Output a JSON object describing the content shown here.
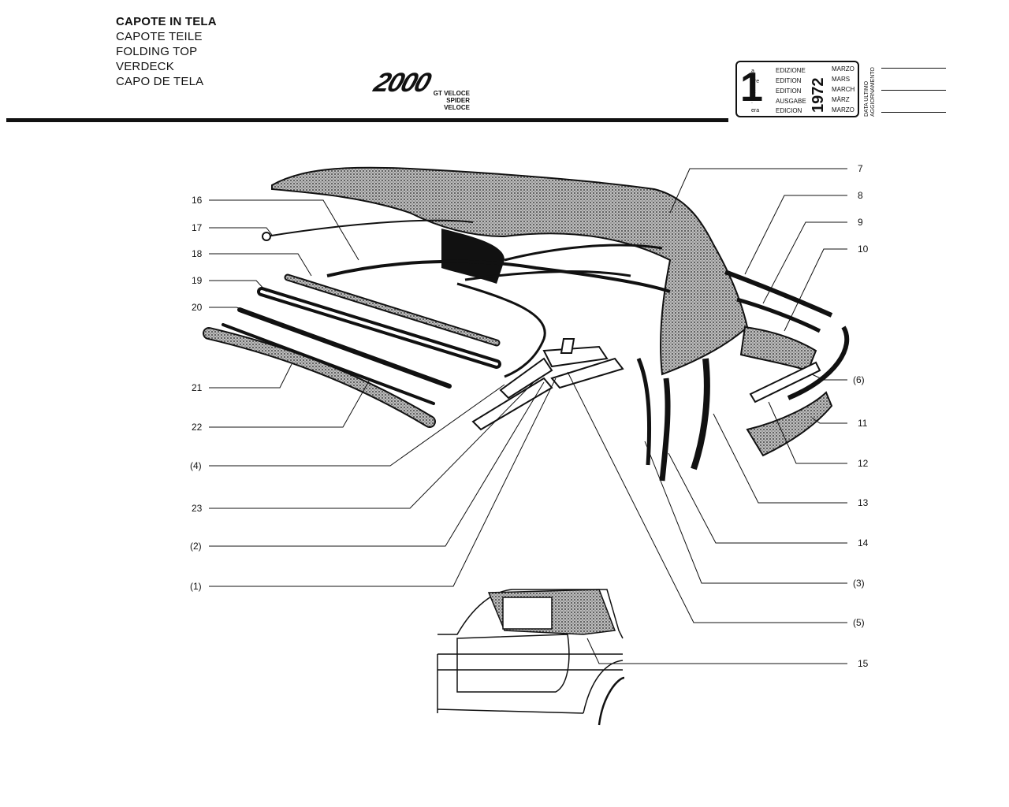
{
  "header": {
    "titles": [
      "CAPOTE IN TELA",
      "CAPOTE TEILE",
      "FOLDING TOP",
      "VERDECK",
      "CAPO DE TELA"
    ],
    "model_logo": "2000",
    "model_sub": [
      "GT VELOCE",
      "SPIDER VELOCE"
    ]
  },
  "edition_box": {
    "number": "1",
    "suffixes": [
      "a",
      "ere",
      "st",
      ".",
      "era"
    ],
    "labels": [
      "EDIZIONE",
      "EDITION",
      "EDITION",
      "AUSGABE",
      "EDICION"
    ],
    "year": "1972",
    "months": [
      "MARZO",
      "MARS",
      "MARCH",
      "MÄRZ",
      "MARZO"
    ]
  },
  "update_label": [
    "DATA ULTIMO",
    "AGGIORNAMENTO"
  ],
  "callouts_left": [
    "16",
    "17",
    "18",
    "19",
    "20",
    "21",
    "22",
    "(4)",
    "23",
    "(2)",
    "(1)"
  ],
  "callouts_right": [
    "7",
    "8",
    "9",
    "10",
    "(6)",
    "11",
    "12",
    "13",
    "14",
    "(3)",
    "(5)",
    "15"
  ]
}
